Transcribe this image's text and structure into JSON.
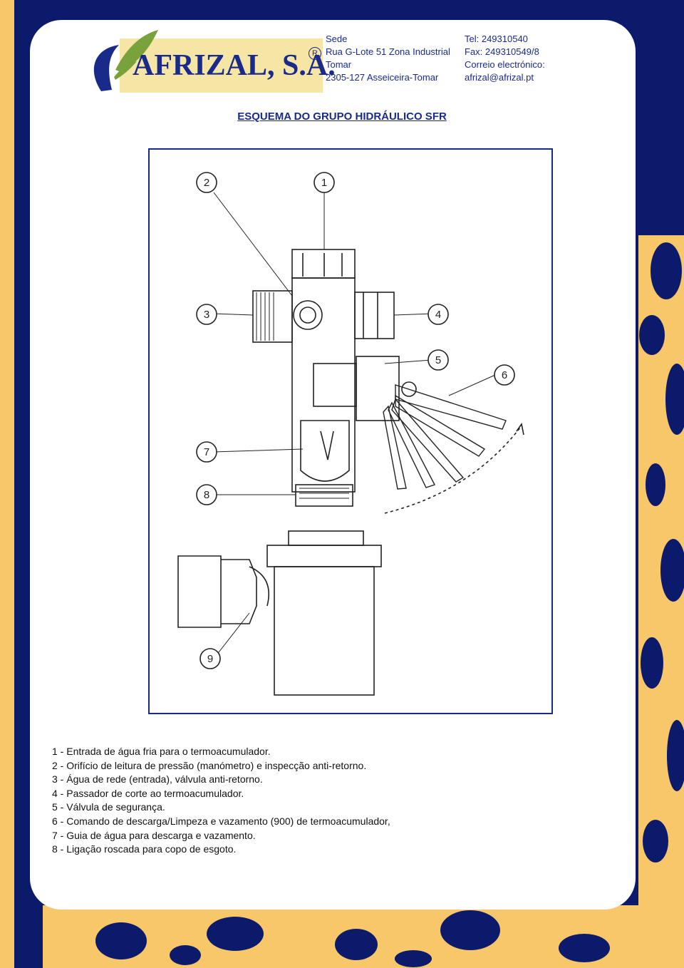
{
  "header": {
    "company_logo": "AFRIZAL, S.A.",
    "registered_mark": "R",
    "address_lines": [
      "Sede",
      "Rua G-Lote 51 Zona Industrial",
      "Tomar",
      "2305-127 Asseiceira-Tomar"
    ],
    "contact_lines": [
      "Tel: 249310540",
      "Fax: 249310549/8",
      "Correio electrónico:",
      "afrizal@afrizal.pt"
    ]
  },
  "title": "ESQUEMA DO GRUPO HIDRÁULICO SFR",
  "diagram": {
    "callouts": [
      "2",
      "1",
      "3",
      "4",
      "5",
      "6",
      "7",
      "8",
      "9"
    ]
  },
  "legend": [
    "1 - Entrada de água fria para o termoacumulador.",
    "2 - Orifício de leitura de pressão (manómetro) e inspecção anti-retorno.",
    "3 - Água de rede (entrada), válvula anti-retorno.",
    "4 - Passador de corte ao termoacumulador.",
    "5 - Válvula de segurança.",
    "6 - Comando de descarga/Limpeza e vazamento (900) de termoacumulador,",
    "7 - Guia de água para descarga e vazamento.",
    "8 - Ligação roscada para copo de esgoto."
  ],
  "colors": {
    "navy": "#0c1a6b",
    "gold": "#f8c76a",
    "text_blue": "#1a2a8a"
  }
}
